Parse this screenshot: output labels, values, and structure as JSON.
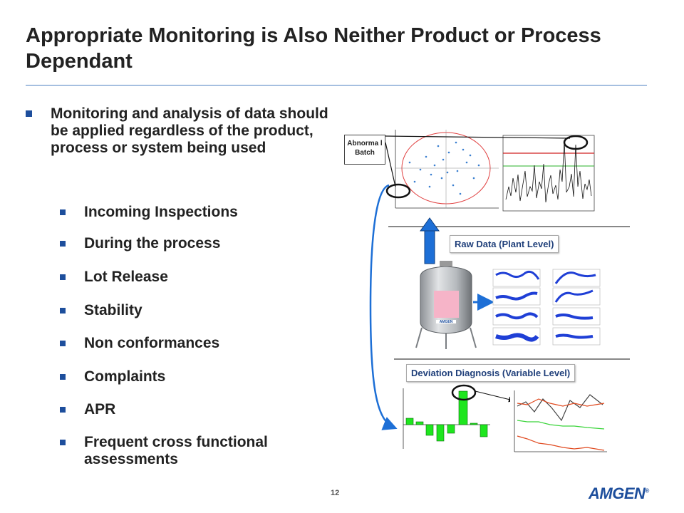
{
  "title": "Appropriate Monitoring is Also Neither Product or Process Dependant",
  "main_bullet": "Monitoring and analysis of data should be applied regardless of the product, process or system being used",
  "sub_bullets": [
    "Incoming Inspections",
    "During the process",
    "Lot Release",
    "Stability",
    "Non conformances",
    "Complaints",
    "APR",
    "Frequent cross functional assessments"
  ],
  "diagram": {
    "abnormal_batch_label": "Abnorma l Batch",
    "raw_data_label": "Raw Data (Plant Level)",
    "deviation_label": "Deviation Diagnosis (Variable Level)",
    "vessel_brand": "AMGEN"
  },
  "footer": {
    "page_number": "12",
    "logo": "AMGEN"
  },
  "colors": {
    "accent": "#1d4e9c",
    "rule": "#4a7ec0",
    "bar_green": "#1ee61e"
  }
}
